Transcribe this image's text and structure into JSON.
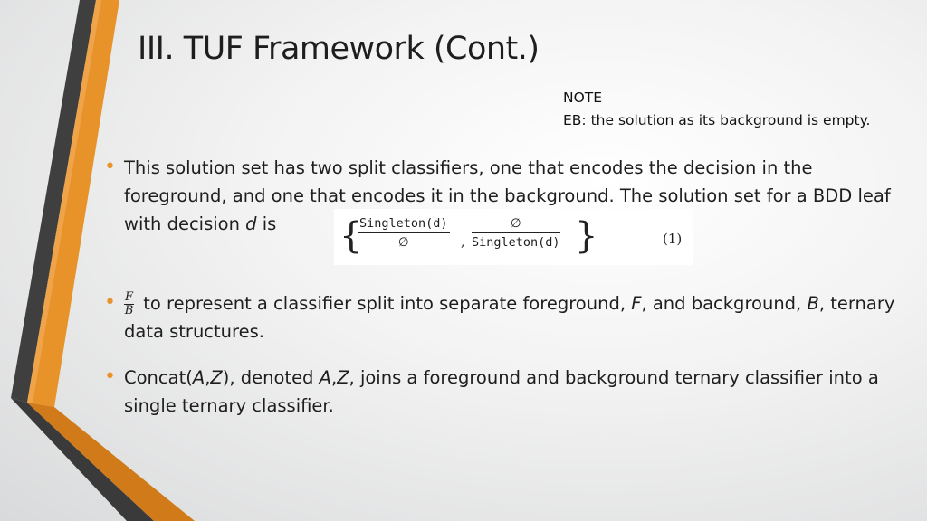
{
  "slide": {
    "title": "III. TUF Framework (Cont.)",
    "note": {
      "heading": "NOTE",
      "text": "EB: the solution as its background is empty."
    },
    "bullets": [
      {
        "text_before": "This solution set has two split classifiers, one that encodes the decision in the foreground, and one that encodes it in the background. The solution set for a BDD leaf with decision ",
        "var": "d",
        "text_after": " is"
      },
      {
        "frac_num": "F",
        "frac_den": "B",
        "t1": " to represent a classifier split into separate foreground, ",
        "v1": "F",
        "t2": ", and background, ",
        "v2": "B",
        "t3": ", ternary data structures."
      },
      {
        "t1": "Concat(",
        "v1": "A",
        "t2": ",",
        "v2": "Z",
        "t3": "), denoted ",
        "v3": "A",
        "t4": ",",
        "v4": "Z",
        "t5": ", joins a foreground and background ternary classifier into a single ternary classifier."
      }
    ],
    "equation": {
      "frac1_num": "Singleton(d)",
      "frac1_den": "∅",
      "frac2_num": "∅",
      "frac2_den": "Singleton(d)",
      "number": "(1)"
    },
    "colors": {
      "accent": "#e8922a",
      "dark_stripe": "#4a4a4a"
    }
  }
}
